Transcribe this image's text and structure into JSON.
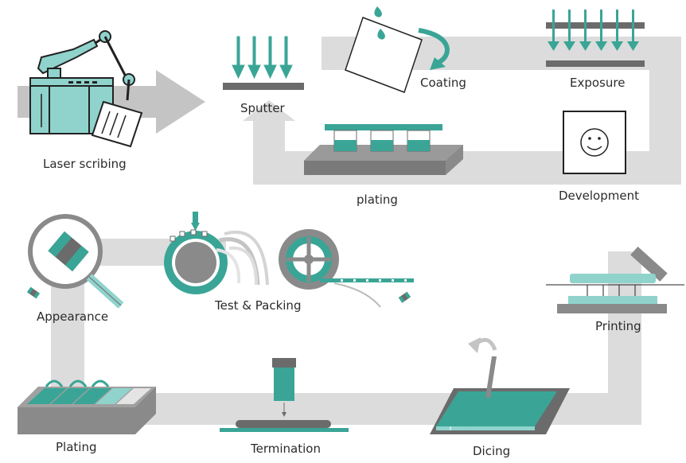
{
  "steps": {
    "laser_scribing": "Laser scribing",
    "sputter": "Sputter",
    "coating": "Coating",
    "exposure": "Exposure",
    "development": "Development",
    "plating_top": "plating",
    "appearance": "Appearance",
    "test_packing": "Test & Packing",
    "printing": "Printing",
    "plating_bottom": "Plating",
    "termination": "Termination",
    "dicing": "Dicing"
  },
  "colors": {
    "teal": "#3aa596",
    "teal_light": "#8fd3cc",
    "flow_gray": "#dcdcdc",
    "arrow_gray": "#c4c4c4",
    "dark_gray": "#6b6b6b",
    "mid_gray": "#8a8a8a"
  }
}
